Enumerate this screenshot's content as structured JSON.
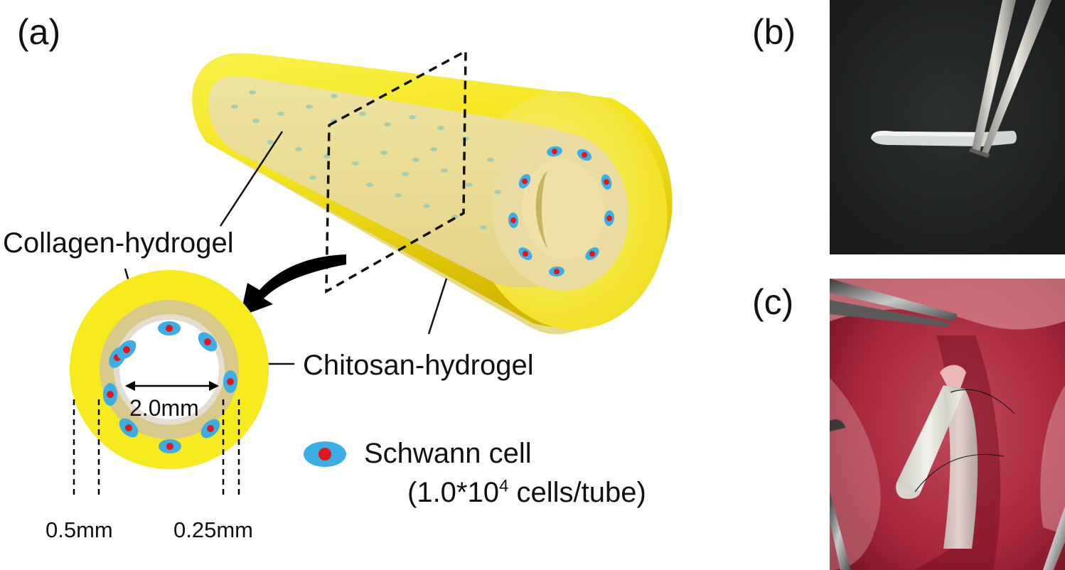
{
  "panels": {
    "a": "(a)",
    "b": "(b)",
    "c": "(c)"
  },
  "labels": {
    "collagen": "Collagen-hydrogel",
    "chitosan": "Chitosan-hydrogel",
    "inner_diameter": "2.0mm",
    "outer_thickness": "0.5mm",
    "inner_thickness": "0.25mm"
  },
  "legend": {
    "name": "Schwann cell",
    "amount_prefix": "(1.0*10",
    "amount_exp": "4",
    "amount_suffix": " cells/tube)"
  },
  "colors": {
    "chitosan": "#f7ea1e",
    "collagen": "#eadb86",
    "collagen_ring": "#d8c98a",
    "lumen_ring": "#e4ddd0",
    "cell_body": "#3aaee6",
    "cell_nucleus": "#e8141c",
    "photo_b_bg": "#1f2221",
    "photo_c_tissue": "#a8263a"
  },
  "icons": {
    "arrow": "curved-arrow-icon",
    "cell": "schwann-cell-icon"
  }
}
